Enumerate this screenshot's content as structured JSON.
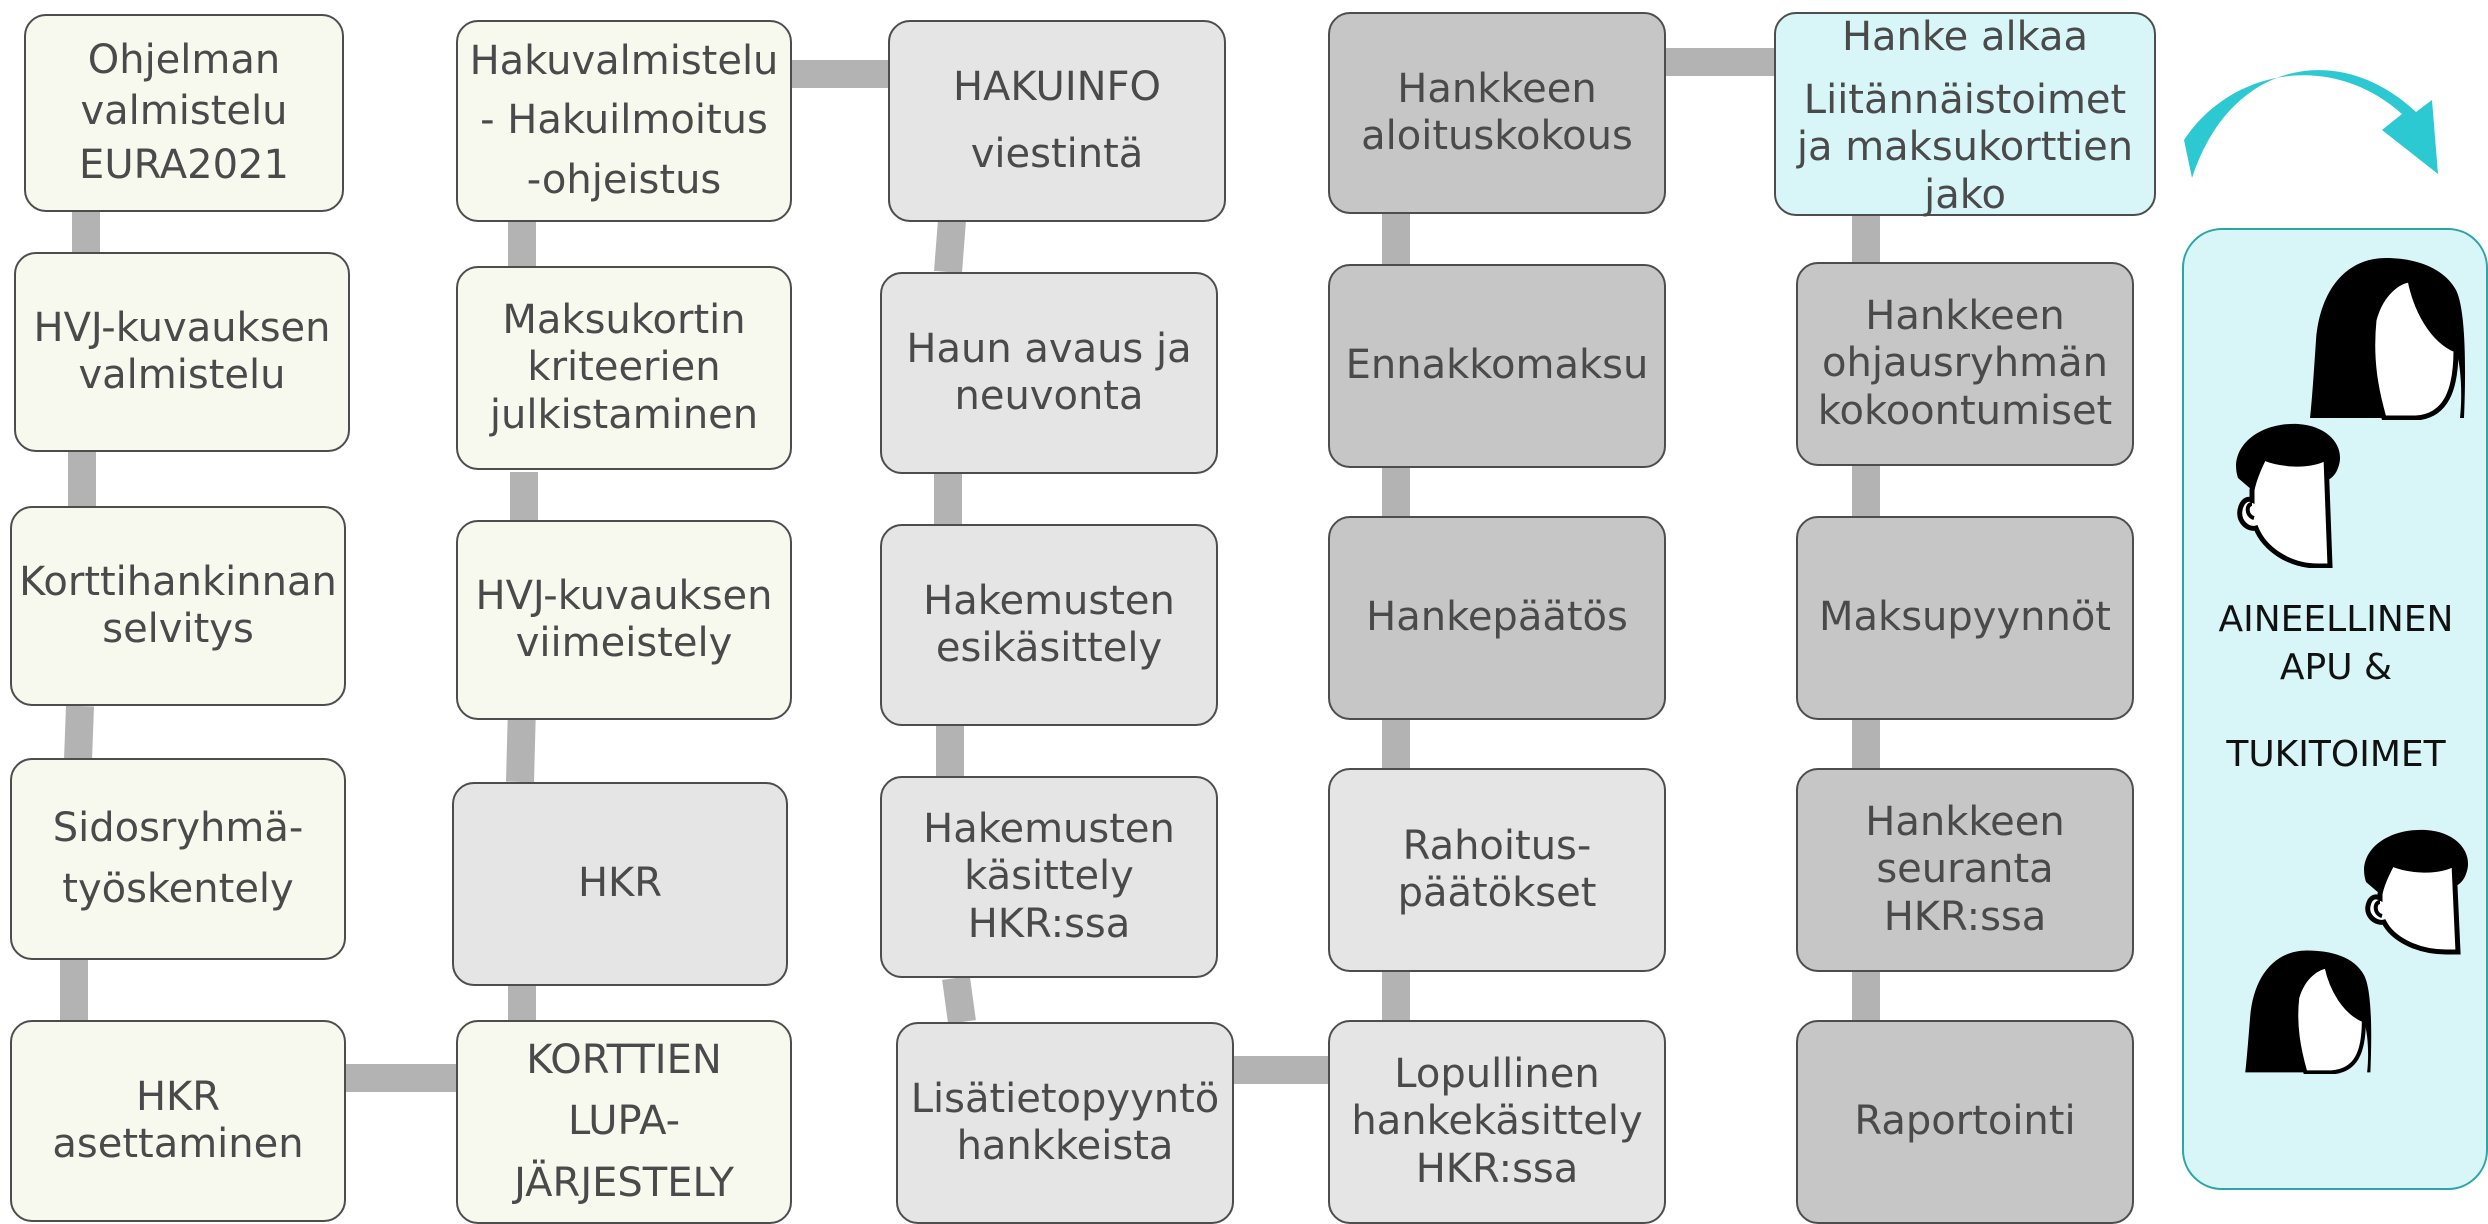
{
  "colors": {
    "connector": "#b3b3b3",
    "box_border": "#4d4d4d",
    "pale_yellow": "#f8f9ee",
    "light_gray": "#e5e5e5",
    "mid_gray": "#c6c6c6",
    "cyan": "#d8f6f8",
    "arrow": "#2cc9d2"
  },
  "columns": [
    {
      "boxes": [
        {
          "lines": [
            "Ohjelman",
            "valmistelu",
            "EURA2021"
          ]
        },
        {
          "lines": [
            "HVJ-kuvauksen",
            "valmistelu"
          ]
        },
        {
          "lines": [
            "Korttihankinnan",
            "selvitys"
          ]
        },
        {
          "lines": [
            "Sidosryhmä-",
            "työskentely"
          ]
        },
        {
          "lines": [
            "HKR",
            "asettaminen"
          ]
        }
      ]
    },
    {
      "boxes": [
        {
          "lines": [
            "Hakuvalmistelu",
            "- Hakuilmoitus",
            "-ohjeistus"
          ]
        },
        {
          "lines": [
            "Maksukortin",
            "kriteerien",
            "julkistaminen"
          ]
        },
        {
          "lines": [
            "HVJ-kuvauksen",
            "viimeistely"
          ]
        },
        {
          "lines": [
            "HKR"
          ]
        },
        {
          "lines": [
            "KORTTIEN",
            "LUPA-",
            "JÄRJESTELY"
          ]
        }
      ]
    },
    {
      "boxes": [
        {
          "lines": [
            "HAKUINFO",
            "viestintä"
          ]
        },
        {
          "lines": [
            "Haun avaus ja",
            "neuvonta"
          ]
        },
        {
          "lines": [
            "Hakemusten",
            "esikäsittely"
          ]
        },
        {
          "lines": [
            "Hakemusten",
            "käsittely",
            "HKR:ssa"
          ]
        },
        {
          "lines": [
            "Lisätietopyyntö",
            "hankkeista"
          ]
        }
      ]
    },
    {
      "boxes": [
        {
          "lines": [
            "Hankkeen",
            "aloituskokous"
          ]
        },
        {
          "lines": [
            "Ennakkomaksu"
          ]
        },
        {
          "lines": [
            "Hankepäätös"
          ]
        },
        {
          "lines": [
            "Rahoitus-",
            "päätökset"
          ]
        },
        {
          "lines": [
            "Lopullinen",
            "hankekäsittely",
            "HKR:ssa"
          ]
        }
      ]
    },
    {
      "boxes": [
        {
          "lines": [
            "Hanke alkaa",
            "Liitännäistoimet",
            "ja maksukorttien",
            "jako"
          ]
        },
        {
          "lines": [
            "Hankkeen",
            "ohjausryhmän",
            "kokoontumiset"
          ]
        },
        {
          "lines": [
            "Maksupyynnöt"
          ]
        },
        {
          "lines": [
            "Hankkeen",
            "seuranta",
            "HKR:ssa"
          ]
        },
        {
          "lines": [
            "Raportointi"
          ]
        }
      ]
    }
  ],
  "support_panel": {
    "lines": [
      "AINEELLINEN",
      "APU &",
      "TUKITOIMET"
    ],
    "icons": [
      "woman-avatar-icon",
      "man-avatar-icon",
      "man-avatar-icon",
      "woman-avatar-icon"
    ]
  }
}
